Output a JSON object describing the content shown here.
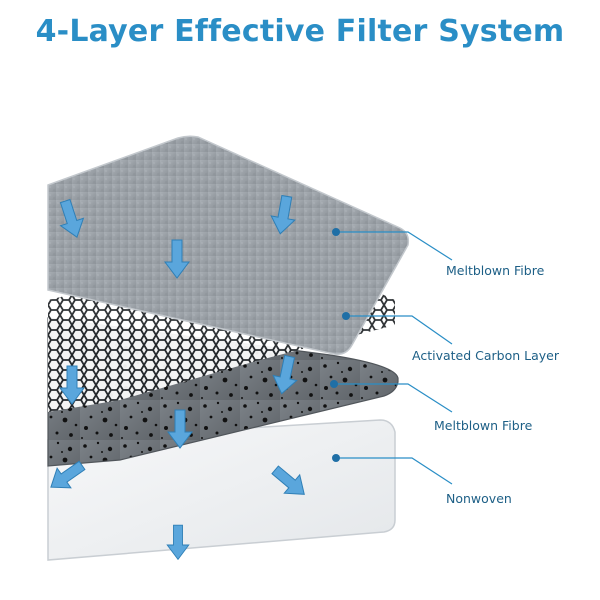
{
  "title": "4-Layer Effective Filter System",
  "layers": [
    {
      "label": "Meltblown Fibre"
    },
    {
      "label": "Activated Carbon Layer"
    },
    {
      "label": "Meltblown Fibre"
    },
    {
      "label": "Nonwoven"
    }
  ],
  "colors": {
    "title": "#2a8ec6",
    "callout": "#2a8ec6",
    "arrow": "#5aa6dc"
  }
}
